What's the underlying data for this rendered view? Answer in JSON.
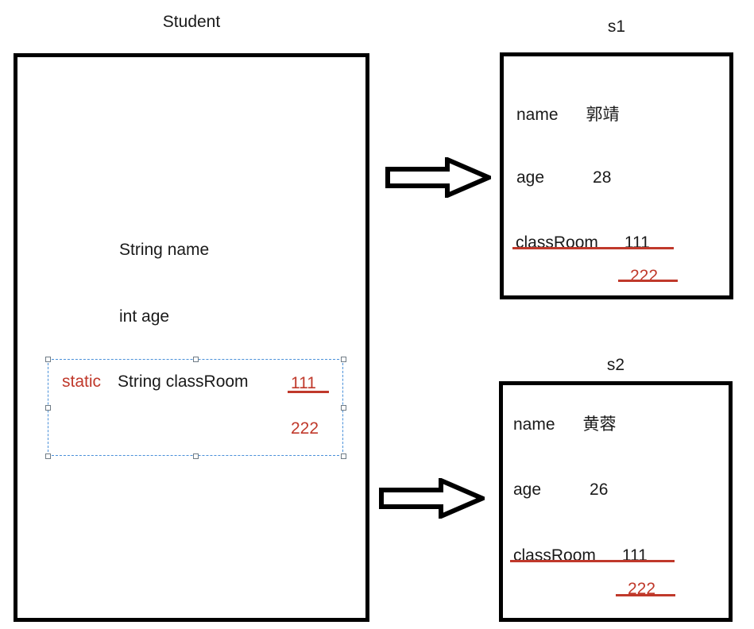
{
  "meta": {
    "accent_red": "#c0392b",
    "outline_black": "#000000",
    "selection_blue": "#4a90d9"
  },
  "class_box": {
    "title": "Student",
    "fields": [
      {
        "type": "String",
        "name": "name",
        "display": "String  name"
      },
      {
        "type": "int",
        "name": "age",
        "display": "int age"
      }
    ],
    "static_field": {
      "modifier": "static",
      "declaration": "String classRoom",
      "values": [
        {
          "text": "111",
          "color": "red",
          "struck": true
        },
        {
          "text": "222",
          "color": "red",
          "struck": false
        }
      ]
    }
  },
  "instances": [
    {
      "title": "s1",
      "rows": [
        {
          "label": "name",
          "value": "郭靖",
          "struck": false,
          "value_color": "black"
        },
        {
          "label": "age",
          "value": "28",
          "struck": false,
          "value_color": "black"
        },
        {
          "label": "classRoom",
          "value": "111",
          "struck": true,
          "value_color": "black"
        },
        {
          "label": "",
          "value": "222",
          "struck": true,
          "value_color": "red"
        }
      ]
    },
    {
      "title": "s2",
      "rows": [
        {
          "label": "name",
          "value": "黄蓉",
          "struck": false,
          "value_color": "black"
        },
        {
          "label": "age",
          "value": "26",
          "struck": false,
          "value_color": "black"
        },
        {
          "label": "classRoom",
          "value": "111",
          "struck": true,
          "value_color": "black"
        },
        {
          "label": "",
          "value": "222",
          "struck": true,
          "value_color": "red"
        }
      ]
    }
  ],
  "arrows": [
    {
      "name": "arrow-to-s1",
      "direction": "right"
    },
    {
      "name": "arrow-to-s2",
      "direction": "right"
    }
  ]
}
